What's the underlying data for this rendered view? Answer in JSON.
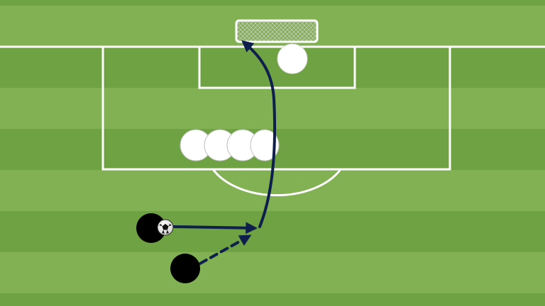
{
  "diagram": {
    "type": "football-set-piece-tactic",
    "colors": {
      "stripe_light": "#82b153",
      "stripe_dark": "#6fa242",
      "lines": "#ffffff",
      "attackers": "#000000",
      "defenders": "#ffffff",
      "run_arrows": "#0f1f4d"
    },
    "elements": {
      "goal": "goal-net",
      "goalkeeper": "white-circle",
      "wall": {
        "player_count": 4
      },
      "attackers": {
        "count": 2,
        "with_ball": 1
      },
      "arrows": [
        {
          "id": "pass",
          "style": "solid"
        },
        {
          "id": "run",
          "style": "dashed"
        },
        {
          "id": "shot",
          "style": "solid-curved"
        }
      ]
    }
  }
}
